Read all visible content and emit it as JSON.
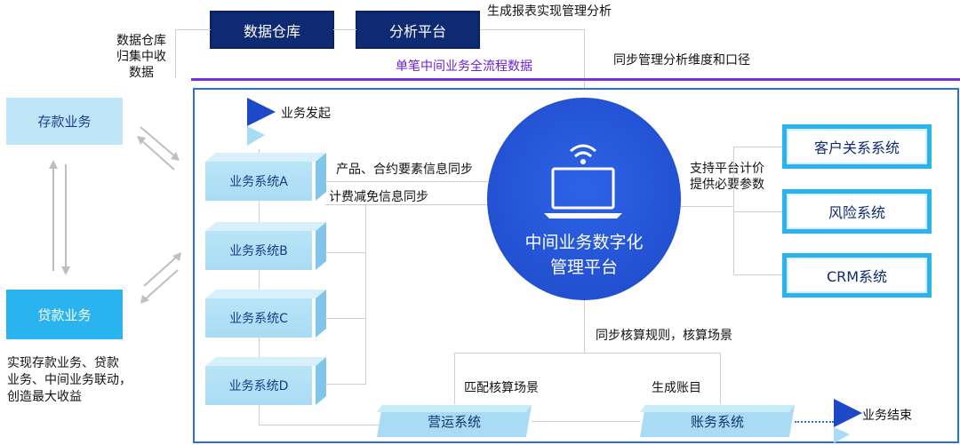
{
  "top": {
    "warehouse_box": "数据仓库",
    "analysis_box": "分析平台",
    "report_text": "生成报表实现管理分析",
    "collect_note": [
      "数据仓库",
      "归集中收",
      "数据"
    ],
    "sync_dims": "同步管理分析维度和口径",
    "purple_label": "单笔中间业务全流程数据"
  },
  "left": {
    "deposit": "存款业务",
    "loan": "贷款业务",
    "goal": [
      "实现存款业务、贷款",
      "业务、中间业务联动，",
      "创造最大收益"
    ]
  },
  "flow": {
    "start": "业务发起",
    "end": "业务结束",
    "systems": [
      "业务系统A",
      "业务系统B",
      "业务系统C",
      "业务系统D"
    ],
    "sync_product": "产品、合约要素信息同步",
    "sync_fee": "计费减免信息同步",
    "support": [
      "支持平台计价",
      "提供必要参数"
    ],
    "sync_rules": "同步核算规则，核算场景",
    "match_scene": "匹配核算场景",
    "gen_account": "生成账目",
    "ops": "营运系统",
    "ledger": "账务系统"
  },
  "platform": {
    "line1": "中间业务数字化",
    "line2": "管理平台"
  },
  "right_systems": [
    "客户关系系统",
    "风险系统",
    "CRM系统"
  ],
  "colors": {
    "navy": "#0d2a73",
    "blue": "#1d49c8",
    "light_blue": "#a9dcf4",
    "purple": "#6a1fd3",
    "frame": "#2b6fe0"
  }
}
